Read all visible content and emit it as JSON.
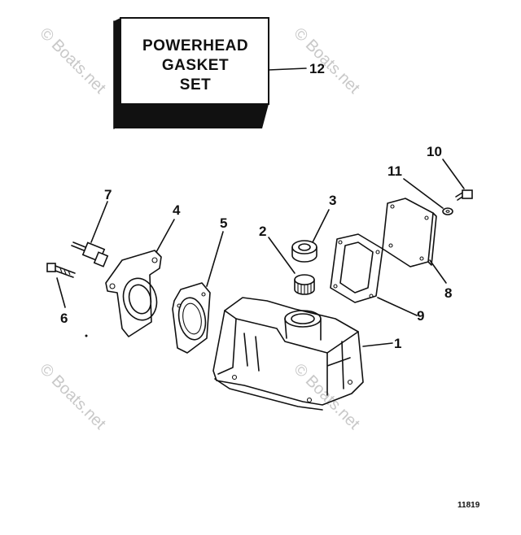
{
  "kit_box": {
    "lines": [
      "POWERHEAD",
      "GASKET",
      "SET"
    ],
    "callout": "12"
  },
  "callouts": [
    "1",
    "2",
    "3",
    "4",
    "5",
    "6",
    "7",
    "8",
    "9",
    "10",
    "11"
  ],
  "watermark": "© Boats.net",
  "figure_number": "11819"
}
